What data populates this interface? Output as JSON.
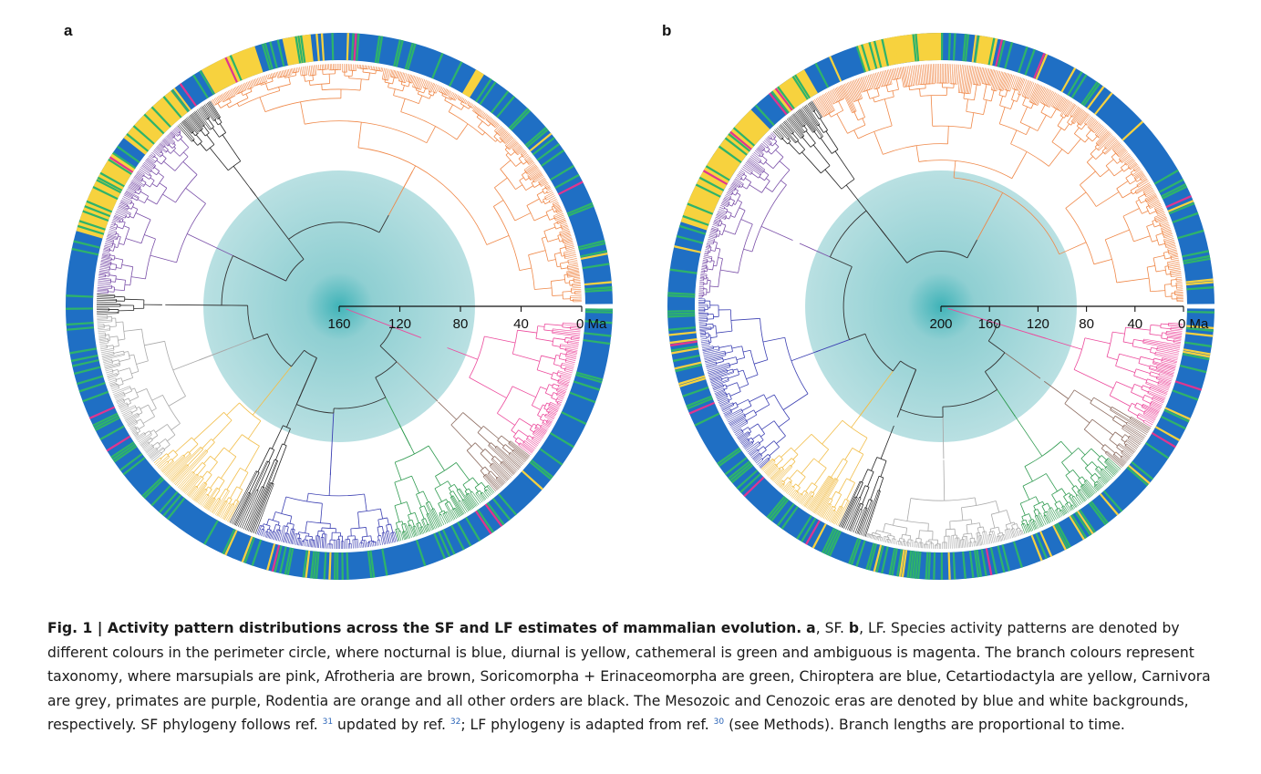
{
  "panels": [
    {
      "letter": "a",
      "axis_ticks": [
        "160",
        "120",
        "80",
        "40"
      ],
      "axis_unit_label": "0 Ma",
      "max_age_ma": 160,
      "mesozoic_radius_fraction": 0.56
    },
    {
      "letter": "b",
      "axis_ticks": [
        "200",
        "160",
        "120",
        "80",
        "40"
      ],
      "axis_unit_label": "0 Ma",
      "max_age_ma": 200,
      "mesozoic_radius_fraction": 0.56
    }
  ],
  "colors": {
    "nocturnal": "#1f6fc4",
    "diurnal": "#f7d23e",
    "cathemeral": "#2eb36b",
    "ambiguous": "#e0358f",
    "marsupials": "#ec4a9c",
    "afrotheria": "#8b6a5e",
    "soricomorpha_erinaceomorpha": "#2e9a4f",
    "chiroptera": "#3b3fb2",
    "cetartiodactyla": "#f2be4a",
    "carnivora": "#a9a9a9",
    "primates": "#7a4fa8",
    "rodentia": "#ef8747",
    "other_orders": "#222222",
    "mesozoic_background": "#b9e0e2"
  },
  "caption": {
    "bold_label": "Fig. 1 | Activity pattern distributions across the SF and LF estimates of mammalian evolution.",
    "label_a": "a",
    "text_a": ", SF. ",
    "label_b": "b",
    "text_1": ", LF. Species activity patterns are denoted by different colours in the perimeter circle, where nocturnal is blue, diurnal is yellow, cathemeral is green and ambiguous is magenta. The branch colours represent taxonomy, where marsupials are pink, Afrotheria are brown, Soricomorpha + Erinaceomorpha are green, Chiroptera are blue, Cetartiodactyla are yellow, Carnivora are grey, primates are purple, Rodentia are orange and all other orders are black. The Mesozoic and Cenozoic eras are denoted by blue and white backgrounds, respectively. SF phylogeny follows ref. ",
    "ref_31": "31",
    "text_2": " updated by ref. ",
    "ref_32": "32",
    "text_3": "; LF phylogeny is adapted from ref. ",
    "ref_30": "30",
    "text_4": " (see Methods). Branch lengths are proportional to time."
  }
}
